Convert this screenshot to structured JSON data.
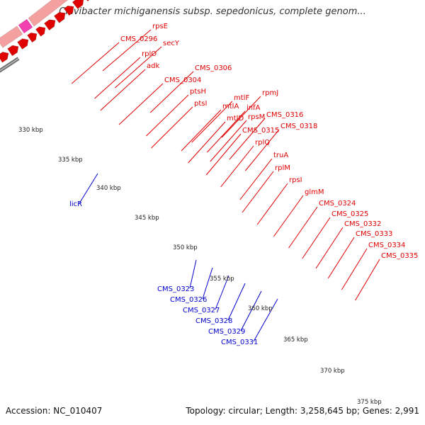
{
  "title": "Clavibacter michiganensis subsp. sepedonicus, complete genom...",
  "accession": "Accession: NC_010407",
  "summary": "Topology: circular; Length: 3,258,645 bp; Genes: 2,991",
  "colors": {
    "backbone": "#8a8a8a",
    "forward_label": "#e00000",
    "reverse_label": "#0000cc",
    "tick": "#1a7f1a",
    "cds_forward": "#e00000",
    "cds_reverse": "#0000ee",
    "pink": "#f4a0a0",
    "magenta": "#f040b0",
    "cyan": "#30d0d0",
    "orange": "#f4a020",
    "green": "#50dd30",
    "navy": "#3a3a8a",
    "gray": "#c8c8c8",
    "light_blue": "#20a0e0"
  },
  "ticks": [
    {
      "label": "330 kbp"
    },
    {
      "label": "335 kbp"
    },
    {
      "label": "340 kbp"
    },
    {
      "label": "345 kbp"
    },
    {
      "label": "350 kbp"
    },
    {
      "label": "355 kbp"
    },
    {
      "label": "360 kbp"
    },
    {
      "label": "365 kbp"
    },
    {
      "label": "370 kbp"
    },
    {
      "label": "375 kbp"
    }
  ],
  "forward_genes": [
    "rpsE",
    "CMS_0296",
    "secY",
    "rplO",
    "adk",
    "CMS_0304",
    "CMS_0306",
    "ptsH",
    "ptsI",
    "mtlF",
    "mtlA",
    "rpmJ",
    "infA",
    "mtlD",
    "rpsM",
    "CMS_0316",
    "CMS_0315",
    "CMS_0318",
    "rplQ",
    "truA",
    "rplM",
    "rpsI",
    "glmM",
    "CMS_0324",
    "CMS_0325",
    "CMS_0332",
    "CMS_0333",
    "CMS_0334",
    "CMS_0335"
  ],
  "reverse_genes": [
    "licR",
    "CMS_0323",
    "CMS_0326",
    "CMS_0327",
    "CMS_0328",
    "CMS_0329",
    "CMS_0331"
  ]
}
